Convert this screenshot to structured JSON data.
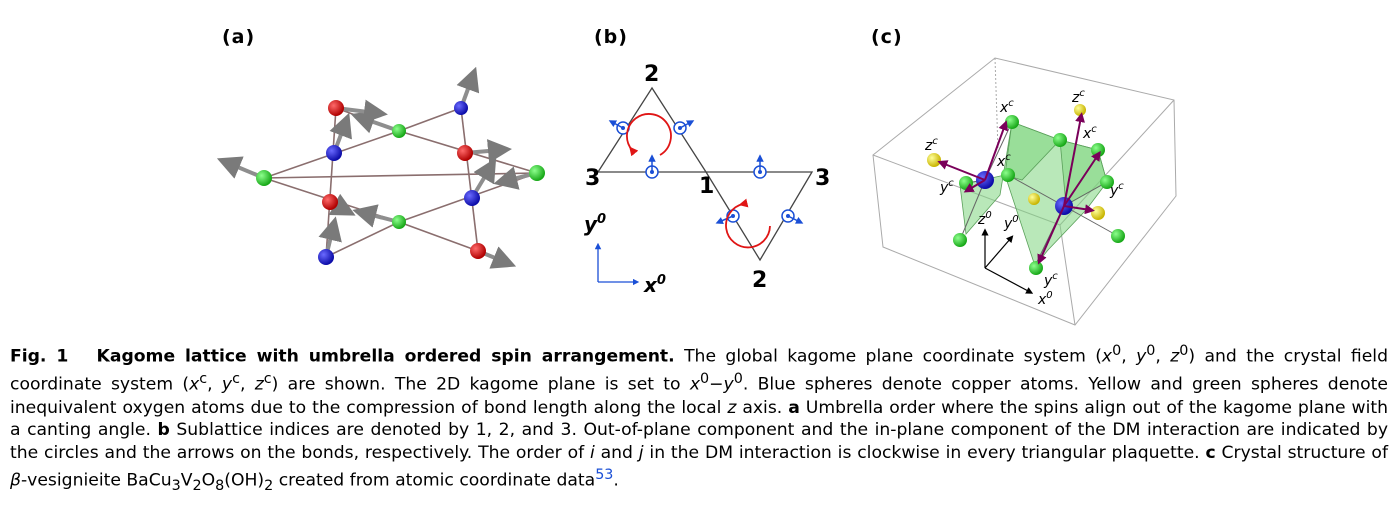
{
  "panels": {
    "a": "(a)",
    "b": "(b)",
    "c": "(c)"
  },
  "panel_b": {
    "sublattice_top": "2",
    "sublattice_left": "3",
    "sublattice_center": "1",
    "sublattice_right": "3",
    "sublattice_bottom": "2",
    "axis_y": "y",
    "axis_y_sup": "0",
    "axis_x": "x",
    "axis_x_sup": "0"
  },
  "panel_c": {
    "labels": {
      "xc1": "x",
      "xc1_sup": "c",
      "zc1": "z",
      "zc1_sup": "c",
      "xc2": "x",
      "xc2_sup": "c",
      "zc2": "z",
      "zc2_sup": "c",
      "xc3": "x",
      "xc3_sup": "c",
      "yc1": "y",
      "yc1_sup": "c",
      "yc2": "y",
      "yc2_sup": "c",
      "z0": "z",
      "z0_sup": "0",
      "y0": "y",
      "y0_sup": "0",
      "yc3": "y",
      "yc3_sup": "c",
      "x0": "x",
      "x0_sup": "0"
    }
  },
  "caption": {
    "figno": "Fig. 1",
    "title": "Kagome lattice with umbrella ordered spin arrangement.",
    "t1": " The global kagome plane coordinate system (",
    "t2": ") and the crystal field coordinate system (",
    "t3": ") are shown. The 2D kagome plane is set to ",
    "t4": ". Blue spheres denote copper atoms. Yellow and green spheres denote inequivalent oxygen atoms due to the compression of bond length along the local ",
    "t5": " axis. ",
    "a": "a",
    "t6": " Umbrella order where the spins align out of the kagome plane with a canting angle. ",
    "b": "b",
    "t7": " Sublattice indices are denoted by 1, 2, and 3. Out-of-plane component and the in-plane component of the DM interaction are indicated by the circles and the arrows on the bonds, respectively. The order of ",
    "t8": " and ",
    "t9": " in the DM interaction is clockwise in every triangular plaquette. ",
    "c": "c",
    "t10": " Crystal structure of ",
    "t11": "-vesignieite BaCu",
    "t12": "V",
    "t13": "O",
    "t14": "(OH)",
    "t15": " created from atomic coordinate data",
    "ref": "53",
    "t16": ".",
    "x": "x",
    "y": "y",
    "z": "z",
    "i": "i",
    "j": "j",
    "beta": "β",
    "zero": "0",
    "c_sup": "c",
    "dash": "−",
    "comma": ", ",
    "sub2": "2",
    "sub3": "3",
    "sub8": "8"
  },
  "colors": {
    "copper": "#1a1ad6",
    "oxygen_a": "#e8d800",
    "oxygen_b": "#22cc22",
    "red_atom": "#dd1111",
    "bond": "#8a6e6e",
    "arrow": "#8e8e8e",
    "dm": "#1a4fd6",
    "dm_curve": "#e01515",
    "polyhedron": "#7fd67f",
    "vector": "#7a005a"
  }
}
